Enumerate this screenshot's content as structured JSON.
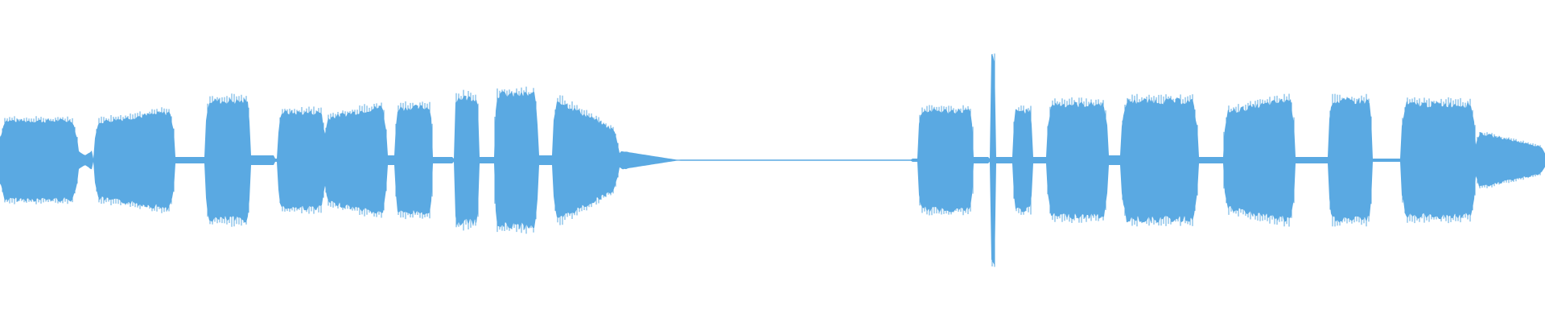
{
  "waveform": {
    "color": "#5aa9e2",
    "background": "#ffffff",
    "segments": [
      {
        "start": 0.0,
        "end": 0.05,
        "amp": 0.24,
        "shape": "flat"
      },
      {
        "start": 0.05,
        "end": 0.06,
        "amp": 0.06,
        "shape": "dip"
      },
      {
        "start": 0.061,
        "end": 0.113,
        "amp": 0.27,
        "shape": "rise"
      },
      {
        "start": 0.113,
        "end": 0.133,
        "amp": 0.02,
        "shape": "gap"
      },
      {
        "start": 0.133,
        "end": 0.162,
        "amp": 0.36,
        "shape": "flat"
      },
      {
        "start": 0.162,
        "end": 0.178,
        "amp": 0.03,
        "shape": "gap"
      },
      {
        "start": 0.18,
        "end": 0.21,
        "amp": 0.29,
        "shape": "flat"
      },
      {
        "start": 0.21,
        "end": 0.25,
        "amp": 0.3,
        "shape": "rise"
      },
      {
        "start": 0.25,
        "end": 0.256,
        "amp": 0.03,
        "shape": "gap"
      },
      {
        "start": 0.256,
        "end": 0.28,
        "amp": 0.32,
        "shape": "flat"
      },
      {
        "start": 0.28,
        "end": 0.293,
        "amp": 0.02,
        "shape": "gap"
      },
      {
        "start": 0.294,
        "end": 0.31,
        "amp": 0.38,
        "shape": "flat"
      },
      {
        "start": 0.31,
        "end": 0.32,
        "amp": 0.02,
        "shape": "gap"
      },
      {
        "start": 0.32,
        "end": 0.348,
        "amp": 0.4,
        "shape": "flat"
      },
      {
        "start": 0.348,
        "end": 0.358,
        "amp": 0.03,
        "shape": "gap"
      },
      {
        "start": 0.358,
        "end": 0.4,
        "amp": 0.38,
        "shape": "fall"
      },
      {
        "start": 0.4,
        "end": 0.44,
        "amp": 0.06,
        "shape": "tail"
      },
      {
        "start": 0.44,
        "end": 0.59,
        "amp": 0.004,
        "shape": "silence"
      },
      {
        "start": 0.594,
        "end": 0.63,
        "amp": 0.3,
        "shape": "flat"
      },
      {
        "start": 0.63,
        "end": 0.64,
        "amp": 0.02,
        "shape": "gap"
      },
      {
        "start": 0.641,
        "end": 0.644,
        "amp": 0.62,
        "shape": "spike"
      },
      {
        "start": 0.644,
        "end": 0.656,
        "amp": 0.02,
        "shape": "gap"
      },
      {
        "start": 0.656,
        "end": 0.668,
        "amp": 0.3,
        "shape": "flat"
      },
      {
        "start": 0.668,
        "end": 0.678,
        "amp": 0.02,
        "shape": "gap"
      },
      {
        "start": 0.678,
        "end": 0.717,
        "amp": 0.34,
        "shape": "flat"
      },
      {
        "start": 0.717,
        "end": 0.726,
        "amp": 0.03,
        "shape": "gap"
      },
      {
        "start": 0.726,
        "end": 0.775,
        "amp": 0.36,
        "shape": "flat"
      },
      {
        "start": 0.775,
        "end": 0.792,
        "amp": 0.02,
        "shape": "gap"
      },
      {
        "start": 0.792,
        "end": 0.838,
        "amp": 0.34,
        "shape": "rise"
      },
      {
        "start": 0.838,
        "end": 0.86,
        "amp": 0.02,
        "shape": "gap"
      },
      {
        "start": 0.86,
        "end": 0.888,
        "amp": 0.36,
        "shape": "flat"
      },
      {
        "start": 0.888,
        "end": 0.905,
        "amp": 0.01,
        "shape": "gap"
      },
      {
        "start": 0.907,
        "end": 0.955,
        "amp": 0.34,
        "shape": "flat"
      },
      {
        "start": 0.955,
        "end": 1.0,
        "amp": 0.17,
        "shape": "fall"
      }
    ]
  }
}
